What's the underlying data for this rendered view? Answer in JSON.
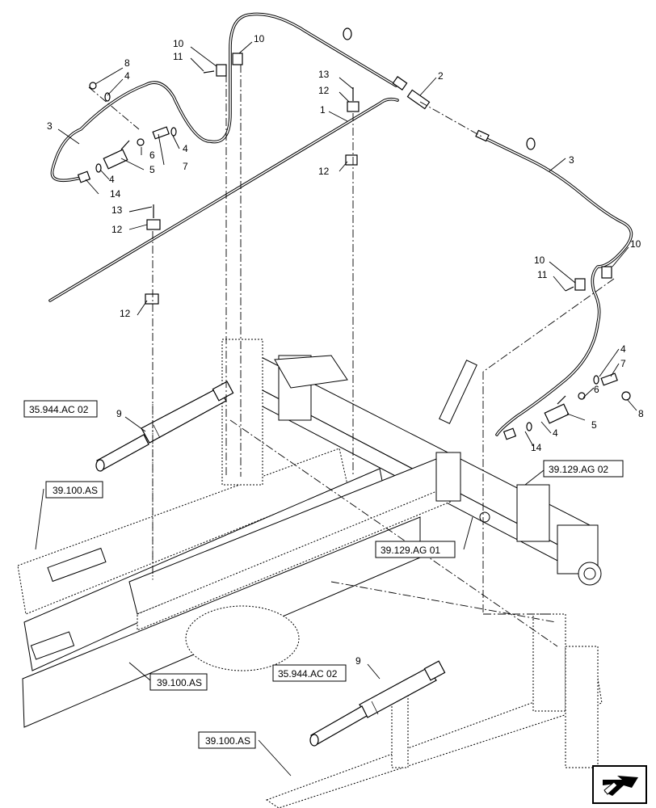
{
  "callouts": {
    "c1": "1",
    "c2": "2",
    "c3a": "3",
    "c3b": "3",
    "c4a": "4",
    "c4b": "4",
    "c4c": "4",
    "c4d": "4",
    "c4e": "4",
    "c5a": "5",
    "c5b": "5",
    "c6a": "6",
    "c6b": "6",
    "c7a": "7",
    "c7b": "7",
    "c8a": "8",
    "c8b": "8",
    "c9a": "9",
    "c9b": "9",
    "c10a": "10",
    "c10b": "10",
    "c10c": "10",
    "c10d": "10",
    "c11a": "11",
    "c11b": "11",
    "c12a": "12",
    "c12b": "12",
    "c12c": "12",
    "c12d": "12",
    "c13a": "13",
    "c13b": "13",
    "c14a": "14",
    "c14b": "14"
  },
  "references": {
    "r1": "35.944.AC 02",
    "r2": "39.100.AS",
    "r3": "39.129.AG 02",
    "r4": "39.129.AG 01",
    "r5": "39.100.AS",
    "r6": "35.944.AC 02",
    "r7": "39.100.AS"
  },
  "icons": {
    "nav": "arrow-icon"
  }
}
